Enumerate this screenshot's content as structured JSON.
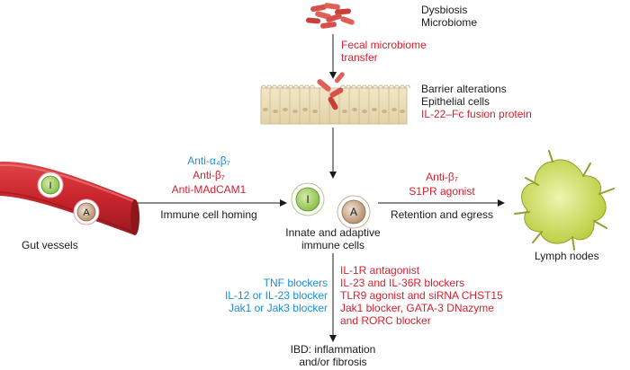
{
  "colors": {
    "red": "#d41f2e",
    "blue": "#1a8fd6",
    "vessel": "#c8242c",
    "cell_innate": "#8cc04a",
    "cell_adaptive": "#b89070",
    "lymph": "#c8dc4a"
  },
  "top": {
    "dysbiosis": "Dysbiosis",
    "microbiome": "Microbiome",
    "fmt_line1": "Fecal microbiome",
    "fmt_line2": "transfer"
  },
  "barrier": {
    "line1": "Barrier alterations",
    "line2": "Epithelial cells",
    "therapy": "IL-22–Fc fusion protein"
  },
  "homing": {
    "therapy1": "Anti-α₄β₇",
    "therapy2": "Anti-β₇",
    "therapy3": "Anti-MAdCAM1",
    "label": "Immune cell homing"
  },
  "egress": {
    "therapy1": "Anti-β₇",
    "therapy2": "S1PR agonist",
    "label": "Retention and egress"
  },
  "vessels_label": "Gut vessels",
  "lymph_label": "Lymph nodes",
  "cells": {
    "innate_letter": "I",
    "adaptive_letter": "A",
    "label_line1": "Innate and adaptive",
    "label_line2": "immune cells"
  },
  "blue_therapies": [
    "TNF blockers",
    "IL-12 or IL-23 blocker",
    "Jak1 or Jak3 blocker"
  ],
  "red_therapies": [
    "IL-1R antagonist",
    "IL-23 and IL-36R blockers",
    "TLR9 agonist and siRNA CHST15",
    "Jak1 blocker, GATA-3 DNazyme",
    "and RORC blocker"
  ],
  "outcome": {
    "line1": "IBD: inflammation",
    "line2": "and/or fibrosis"
  }
}
